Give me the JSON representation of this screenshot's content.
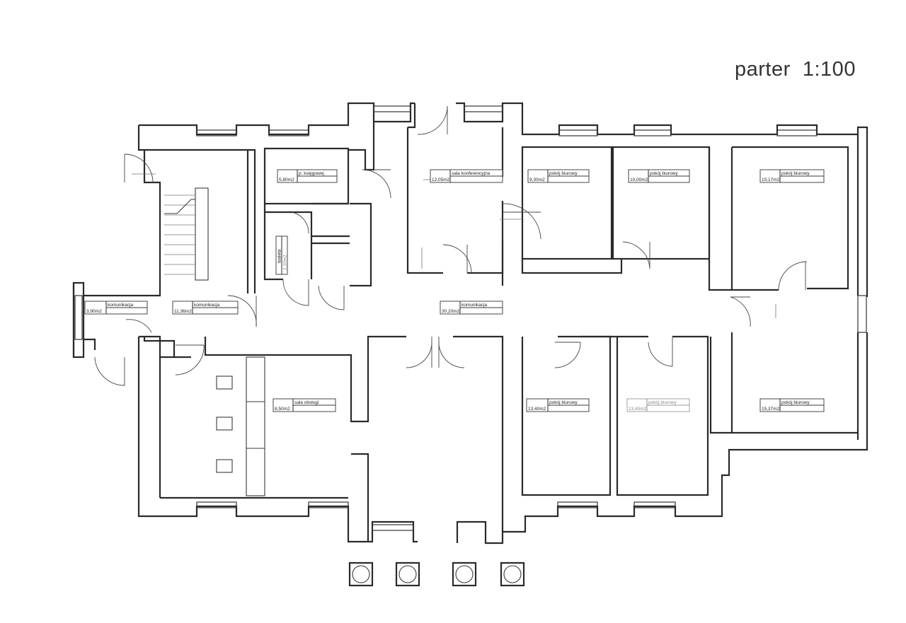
{
  "plan_title": "parter  1:100",
  "rooms": [
    {
      "name": "p. księgowej",
      "area": "5,80m2"
    },
    {
      "name": "sala konferencyjna",
      "area": "12,05m2"
    },
    {
      "name": "pokój biurowy",
      "area": "9,30m2"
    },
    {
      "name": "pokój biurowy",
      "area": "10,00m2"
    },
    {
      "name": "pokój biurowy",
      "area": "15,17m2"
    },
    {
      "name": "komunikacja",
      "area": "3,90m2"
    },
    {
      "name": "komunikacja",
      "area": "11,36m2"
    },
    {
      "name": "komunikacja",
      "area": "30,20m2"
    },
    {
      "name": "sala obsługi",
      "area": "8,50m2"
    },
    {
      "name": "pokój biurowy",
      "area": "13,40m2"
    },
    {
      "name": "pokój biurowy",
      "area": "13,40m2"
    },
    {
      "name": "pokój biurowy",
      "area": "15,37m2"
    },
    {
      "name": "toaleta",
      "area": "2,10m2"
    }
  ]
}
